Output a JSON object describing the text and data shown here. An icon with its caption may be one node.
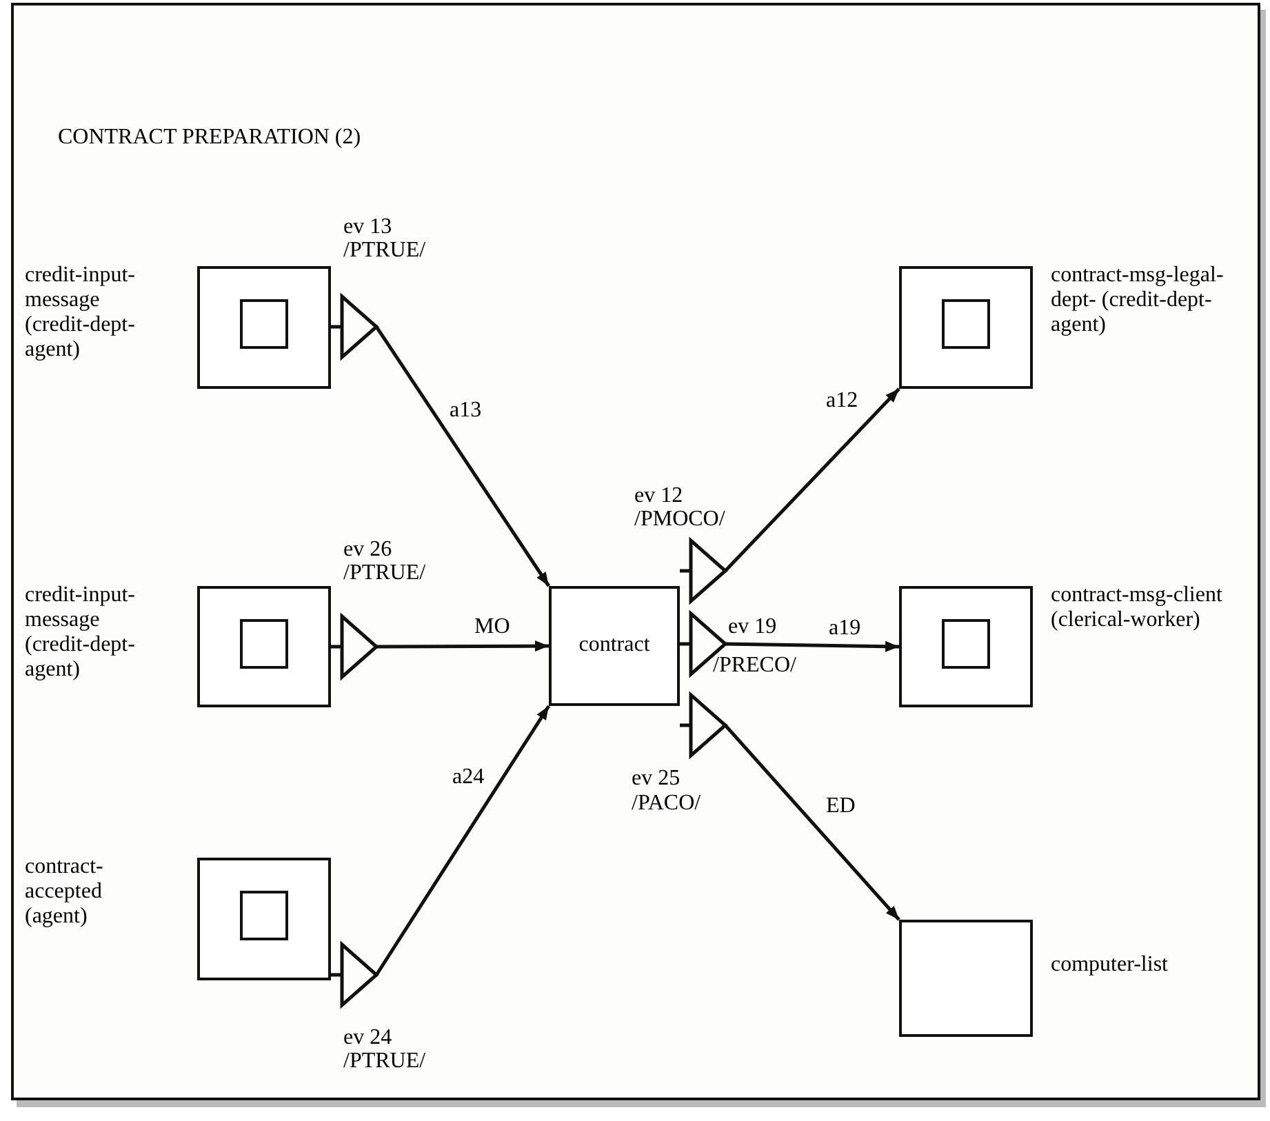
{
  "diagram": {
    "title": "CONTRACT PREPARATION (2)",
    "nodes": [
      {
        "text": [
          "credit-input-message (credit-dept-agent)"
        ]
      },
      {
        "text": [],
        "shape": "box",
        "in": 0
      },
      {
        "text": [
          "credit-input-message (credit-dept-agent)"
        ]
      },
      {
        "text": [],
        "shape": "box",
        "in": 2
      },
      {
        "text": [
          "contract-accepted (agent)"
        ]
      },
      {
        "text": [],
        "shape": "box",
        "in": 4
      },
      {
        "text": [
          "contract"
        ]
      },
      {
        "text": [
          "contract-msg-legal-dept- (credit-dept-agent)"
        ]
      },
      {
        "text": [],
        "shape": "box",
        "in": 7
      },
      {
        "text": [
          "contract-msg-client (clerical-worker)"
        ]
      },
      {
        "text": [],
        "shape": "box",
        "in": 9
      },
      {
        "text": [
          "computer-list"
        ]
      }
    ],
    "edges": [
      {
        "from": 0,
        "to": 6,
        "arrow": "to",
        "label": "a13"
      },
      {
        "from": 2,
        "to": 6,
        "arrow": "to",
        "label": "MO"
      },
      {
        "from": 4,
        "to": 6,
        "arrow": "to",
        "label": "a24"
      },
      {
        "from": 6,
        "to": 7,
        "arrow": "to",
        "label": "a12"
      },
      {
        "from": 6,
        "to": 9,
        "arrow": "to",
        "label": "a19"
      },
      {
        "from": 6,
        "to": 11,
        "arrow": "to",
        "label": "ED"
      }
    ],
    "labels": [
      "ev 13",
      "/PTRUE/",
      "ev 26",
      "/PTRUE/",
      "ev 12",
      "/PMOCO/",
      "ev 19",
      "/PRECO/",
      "ev 25",
      "/PACO/",
      "ev 24",
      "/PTRUE/"
    ]
  }
}
